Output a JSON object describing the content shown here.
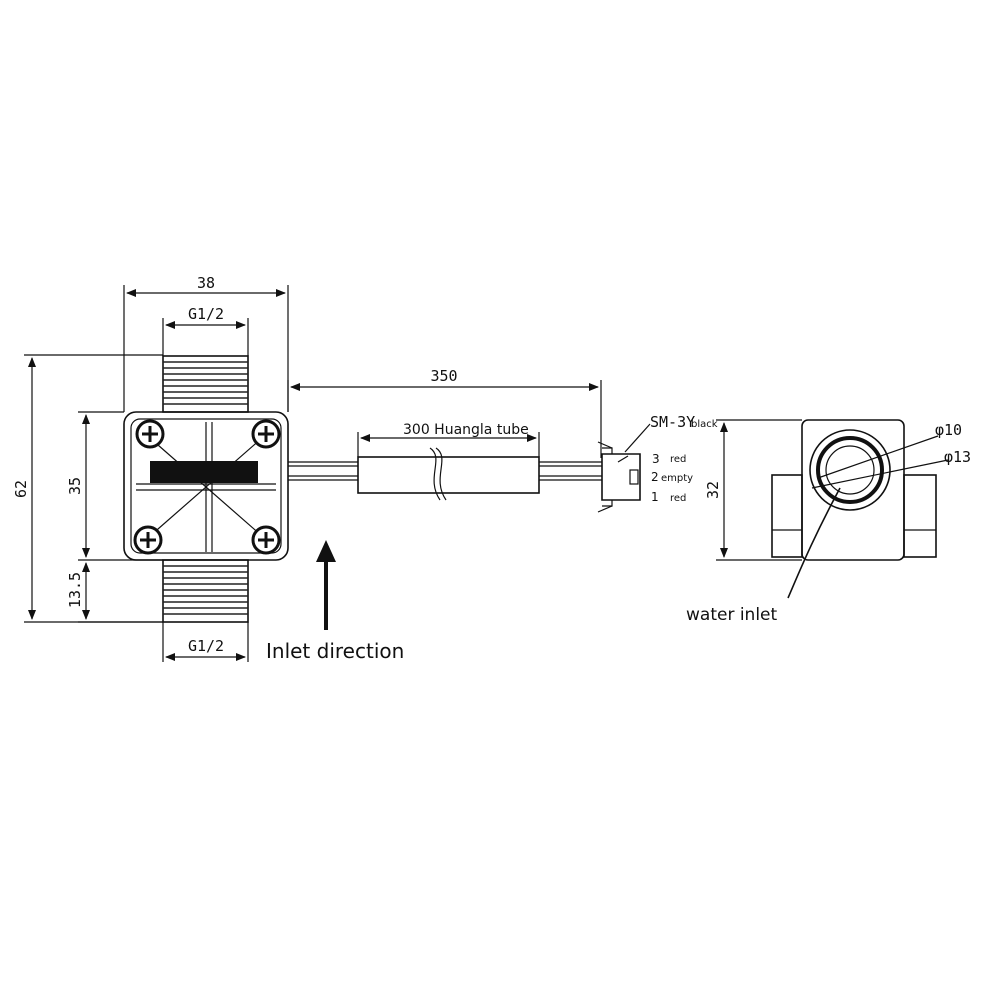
{
  "diagram": {
    "dimensions": {
      "width_total": "38",
      "thread_top": "G1/2",
      "thread_bottom": "G1/2",
      "height_total": "62",
      "body_height": "35",
      "thread_length": "13.5",
      "cable_total": "350",
      "tube_length": "300 Huangla tube",
      "side_height": "32",
      "inner_diameter": "φ10",
      "outer_diameter": "φ13"
    },
    "connector": {
      "model": "SM-3Y",
      "color": "black",
      "pins": [
        {
          "number": "3",
          "label": "red"
        },
        {
          "number": "2",
          "label": "empty"
        },
        {
          "number": "1",
          "label": "red"
        }
      ]
    },
    "labels": {
      "inlet_direction": "Inlet direction",
      "water_inlet": "water inlet"
    }
  }
}
